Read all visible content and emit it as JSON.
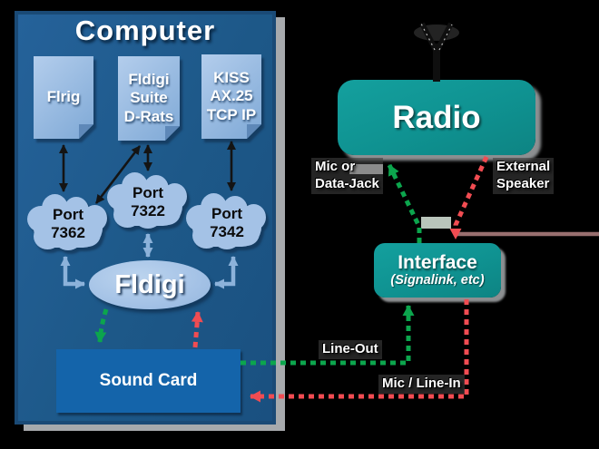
{
  "computer": {
    "title": "Computer",
    "apps": [
      {
        "label": "Flrig"
      },
      {
        "label": "Fldigi\nSuite\nD-Rats"
      },
      {
        "label": "KISS\nAX.25\nTCP IP"
      }
    ],
    "ports": [
      {
        "label": "Port\n7362"
      },
      {
        "label": "Port\n7322"
      },
      {
        "label": "Port\n7342"
      }
    ],
    "core_app": {
      "label": "Fldigi"
    },
    "sound_card": {
      "label": "Sound Card"
    }
  },
  "radio": {
    "label": "Radio"
  },
  "interface_box": {
    "label": "Interface",
    "sublabel": "(Signalink, etc)"
  },
  "connection_labels": {
    "mic_or_data_jack": "Mic or\nData-Jack",
    "external_speaker": "External\nSpeaker",
    "line_out": "Line-Out",
    "mic_line_in": "Mic / Line-In"
  },
  "colors": {
    "computer_panel": "#1d5888",
    "app_box": "#96b9e0",
    "cloud": "#a4c2e6",
    "fldigi_ellipse": "#a4c2e6",
    "sound_card": "#1464aa",
    "teal_box": "#0f9291",
    "green_signal": "#0ca54d",
    "red_signal": "#f14c52",
    "blue_arrow": "#8cb2da",
    "black_arrow": "#141414",
    "frame_gray": "#a7aaad"
  }
}
